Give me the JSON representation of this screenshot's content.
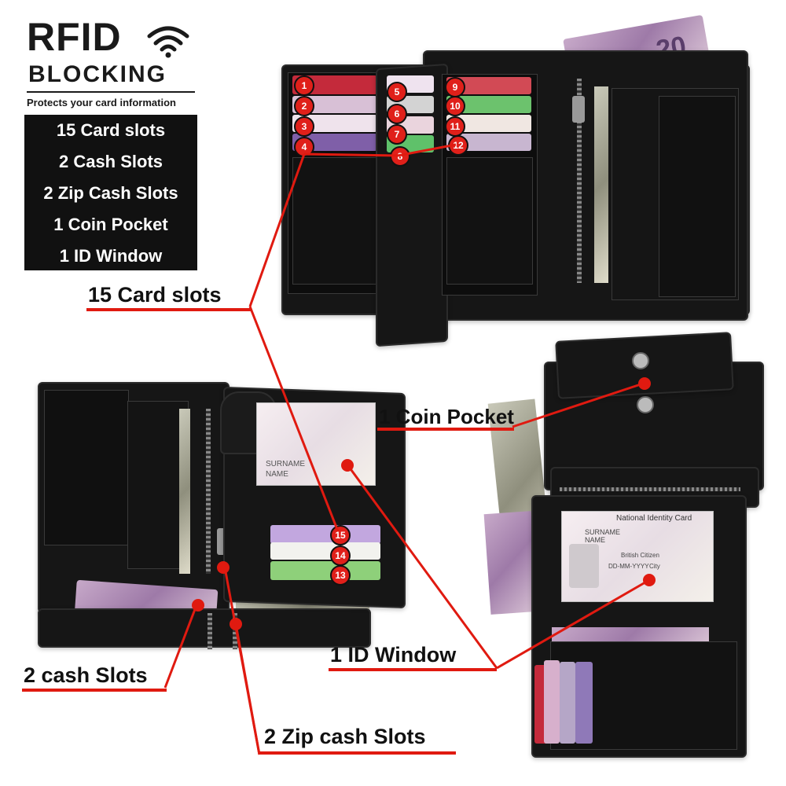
{
  "header": {
    "rfid": "RFID",
    "blocking": "BLOCKING",
    "tagline": "Protects your card information"
  },
  "features": [
    "15 Card slots",
    "2 Cash Slots",
    "2 Zip Cash Slots",
    "1 Coin Pocket",
    "1 ID Window"
  ],
  "callouts": {
    "card_slots": "15 Card slots",
    "coin_pocket": "1 Coin Pocket",
    "id_window": "1 ID Window",
    "cash_slots": "2 cash Slots",
    "zip_cash_slots": "2 Zip cash Slots"
  },
  "slot_numbers": [
    "1",
    "2",
    "3",
    "4",
    "5",
    "6",
    "7",
    "8",
    "9",
    "10",
    "11",
    "12",
    "13",
    "14",
    "15"
  ],
  "id_card": {
    "title": "National Identity Card",
    "surname": "SURNAME",
    "name": "NAME",
    "citizenship": "British Citizen",
    "dob": "DD-MM-YYYY",
    "city": "City"
  },
  "banknote": "20",
  "colors": {
    "accent": "#e01a10",
    "leather": "#161616",
    "feature_box": "#111111"
  }
}
